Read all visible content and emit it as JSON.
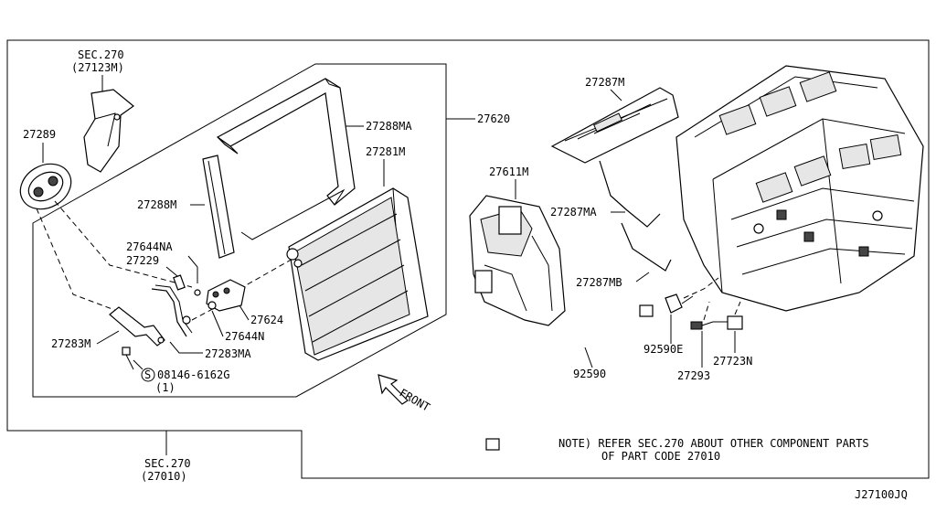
{
  "labels": {
    "sec270_top": "SEC.270",
    "sec270_top_code": "(27123M)",
    "p27289": "27289",
    "p27288MA": "27288MA",
    "p27620": "27620",
    "p27281M": "27281M",
    "p27288M": "27288M",
    "p27644NA": "27644NA",
    "p27229": "27229",
    "p27624": "27624",
    "p27644N": "27644N",
    "p27283M": "27283M",
    "p27283MA": "27283MA",
    "bolt": "08146-6162G",
    "bolt_qty": "(1)",
    "bolt_symbol": "S",
    "front": "FRONT",
    "p27287M": "27287M",
    "p27611M": "27611M",
    "p27287MA": "27287MA",
    "p27287MB": "27287MB",
    "p92590E": "92590E",
    "p92590": "92590",
    "p27293": "27293",
    "p27723N": "27723N",
    "sec270_bottom": "SEC.270",
    "sec270_bottom_code": "(27010)",
    "note_line1": "NOTE) REFER SEC.270 ABOUT OTHER COMPONENT PARTS",
    "note_line2": "OF PART CODE 27010",
    "diagram_id": "J27100JQ"
  }
}
